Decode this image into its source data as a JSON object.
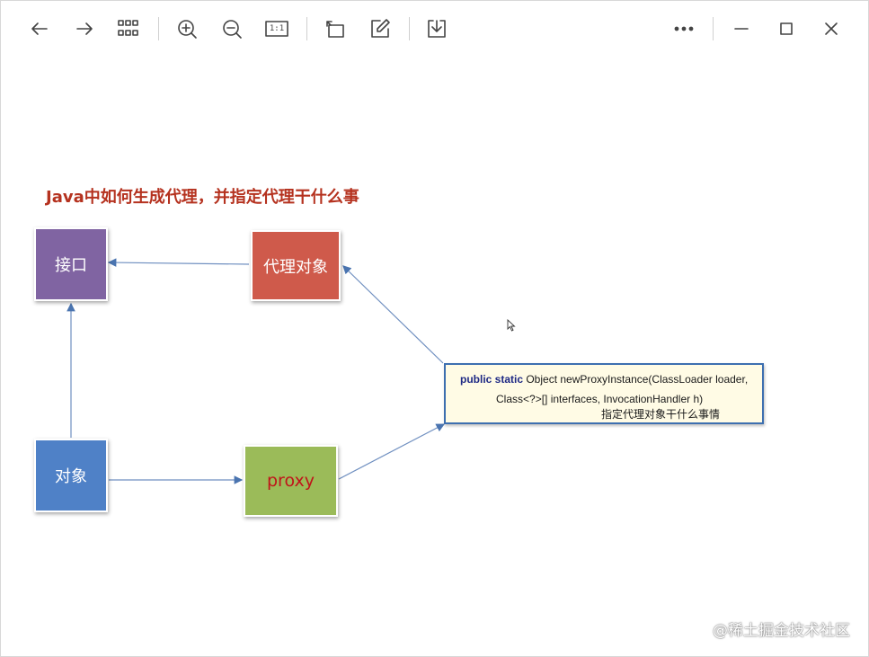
{
  "toolbar": {
    "back": "back-arrow-icon",
    "forward": "forward-arrow-icon",
    "grid": "grid-icon",
    "zoom_in": "zoom-in-icon",
    "zoom_out": "zoom-out-icon",
    "actual_size": "1:1",
    "rotate": "rotate-icon",
    "edit": "edit-icon",
    "download": "download-icon",
    "more": "more-icon",
    "minimize": "minimize-icon",
    "maximize": "maximize-icon",
    "close": "close-icon"
  },
  "slide": {
    "title": "Java中如何生成代理，并指定代理干什么事",
    "boxes": {
      "interface": "接口",
      "proxy_object": "代理对象",
      "object": "对象",
      "proxy": "proxy"
    },
    "code": {
      "kw": "public static",
      "line1_rest": " Object newProxyInstance(ClassLoader loader,",
      "line2": "Class<?>[] interfaces, InvocationHandler h)",
      "line3": "指定代理对象干什么事情"
    },
    "colors": {
      "title": "#b5321f",
      "interface": "#8064a2",
      "proxy_object": "#cf5a4b",
      "object": "#4f81c7",
      "proxy": "#9bbb59",
      "arrow": "#4a74b0"
    }
  },
  "watermark": "@稀土掘金技术社区"
}
